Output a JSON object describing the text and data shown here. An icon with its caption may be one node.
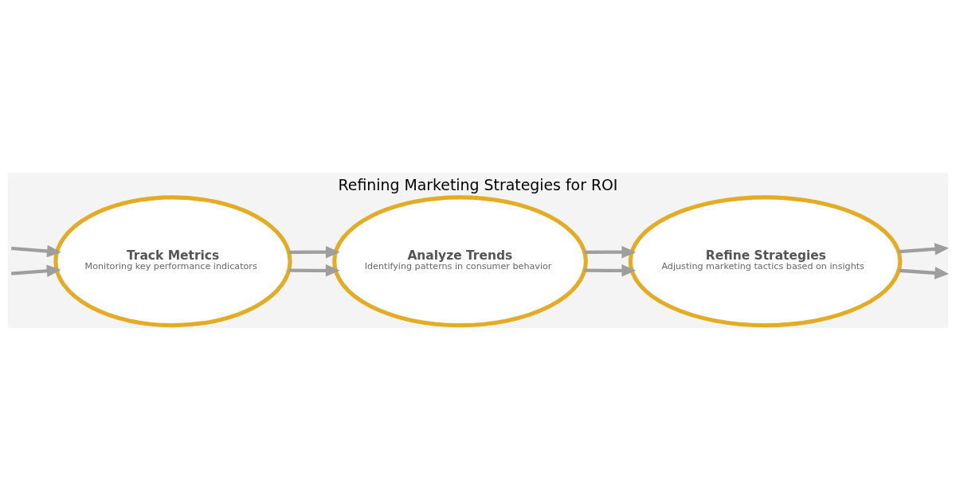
{
  "diagram": {
    "title": "Refining Marketing Strategies for ROI",
    "nodes": [
      {
        "text": [
          "Track Metrics",
          "Monitoring key performance indicators"
        ]
      },
      {
        "text": [
          "Analyze Trends",
          "Identifying patterns in consumer behavior"
        ]
      },
      {
        "text": [
          "Refine Strategies",
          "Adjusting marketing tactics based on insights"
        ]
      }
    ],
    "edges": [
      {
        "from": null,
        "to": 0,
        "arrow": "to"
      },
      {
        "from": null,
        "to": 0,
        "arrow": "to"
      },
      {
        "from": 0,
        "to": 1,
        "arrow": "to"
      },
      {
        "from": 0,
        "to": 1,
        "arrow": "to"
      },
      {
        "from": 1,
        "to": 2,
        "arrow": "to"
      },
      {
        "from": 1,
        "to": 2,
        "arrow": "to"
      },
      {
        "from": 2,
        "to": null,
        "arrow": "to"
      },
      {
        "from": 2,
        "to": null,
        "arrow": "to"
      }
    ]
  }
}
